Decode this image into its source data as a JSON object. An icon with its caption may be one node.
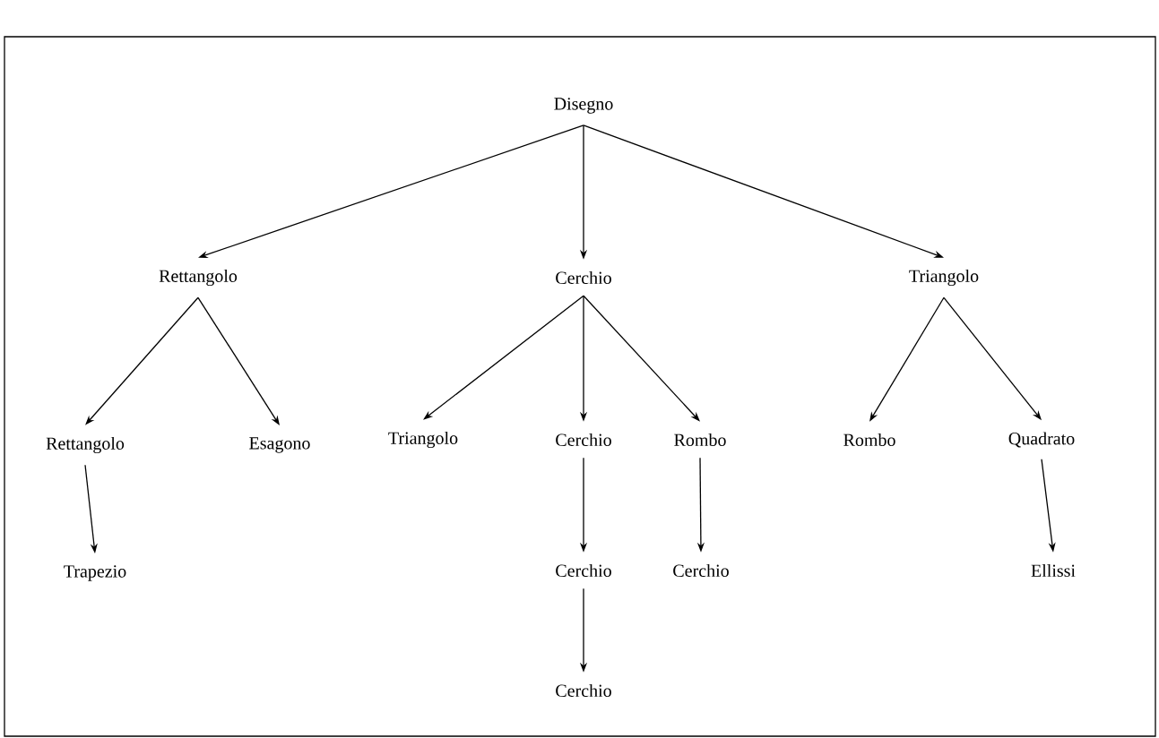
{
  "diagram": {
    "nodes": [
      {
        "text": [
          "Disegno"
        ]
      },
      {
        "text": [
          "Rettangolo"
        ]
      },
      {
        "text": [
          "Cerchio"
        ]
      },
      {
        "text": [
          "Triangolo"
        ]
      },
      {
        "text": [
          "Rettangolo"
        ]
      },
      {
        "text": [
          "Esagono"
        ]
      },
      {
        "text": [
          "Triangolo"
        ]
      },
      {
        "text": [
          "Cerchio"
        ]
      },
      {
        "text": [
          "Rombo"
        ]
      },
      {
        "text": [
          "Rombo"
        ]
      },
      {
        "text": [
          "Quadrato"
        ]
      },
      {
        "text": [
          "Trapezio"
        ]
      },
      {
        "text": [
          "Cerchio"
        ]
      },
      {
        "text": [
          "Cerchio"
        ]
      },
      {
        "text": [
          "Ellissi"
        ]
      },
      {
        "text": [
          "Cerchio"
        ]
      }
    ],
    "edges": [
      {
        "from": 0,
        "to": 1,
        "arrow": "to"
      },
      {
        "from": 0,
        "to": 2,
        "arrow": "to"
      },
      {
        "from": 0,
        "to": 3,
        "arrow": "to"
      },
      {
        "from": 1,
        "to": 4,
        "arrow": "to"
      },
      {
        "from": 1,
        "to": 5,
        "arrow": "to"
      },
      {
        "from": 2,
        "to": 6,
        "arrow": "to"
      },
      {
        "from": 2,
        "to": 7,
        "arrow": "to"
      },
      {
        "from": 2,
        "to": 8,
        "arrow": "to"
      },
      {
        "from": 3,
        "to": 9,
        "arrow": "to"
      },
      {
        "from": 3,
        "to": 10,
        "arrow": "to"
      },
      {
        "from": 4,
        "to": 11,
        "arrow": "to"
      },
      {
        "from": 7,
        "to": 12,
        "arrow": "to"
      },
      {
        "from": 8,
        "to": 13,
        "arrow": "to"
      },
      {
        "from": 10,
        "to": 14,
        "arrow": "to"
      },
      {
        "from": 12,
        "to": 15,
        "arrow": "to"
      }
    ]
  }
}
